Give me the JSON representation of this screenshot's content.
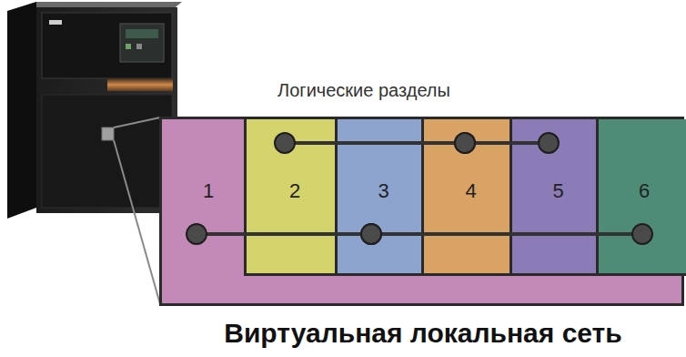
{
  "diagram": {
    "caption": "Виртуальная локальная сеть",
    "nodes": [
      {
        "text": [
          "Логические разделы"
        ]
      },
      {
        "text": [
          "1"
        ],
        "in": 0
      },
      {
        "text": [
          "2"
        ],
        "in": 0
      },
      {
        "text": [
          "3"
        ],
        "in": 0
      },
      {
        "text": [
          "4"
        ],
        "in": 0
      },
      {
        "text": [
          "5"
        ],
        "in": 0
      },
      {
        "text": [
          "6"
        ],
        "in": 0
      }
    ],
    "edges": [
      {
        "from": 2,
        "to": 4,
        "arrow": "none"
      },
      {
        "from": 4,
        "to": 5,
        "arrow": "none"
      },
      {
        "from": 1,
        "to": 3,
        "arrow": "none"
      },
      {
        "from": 3,
        "to": 6,
        "arrow": "none"
      }
    ]
  }
}
